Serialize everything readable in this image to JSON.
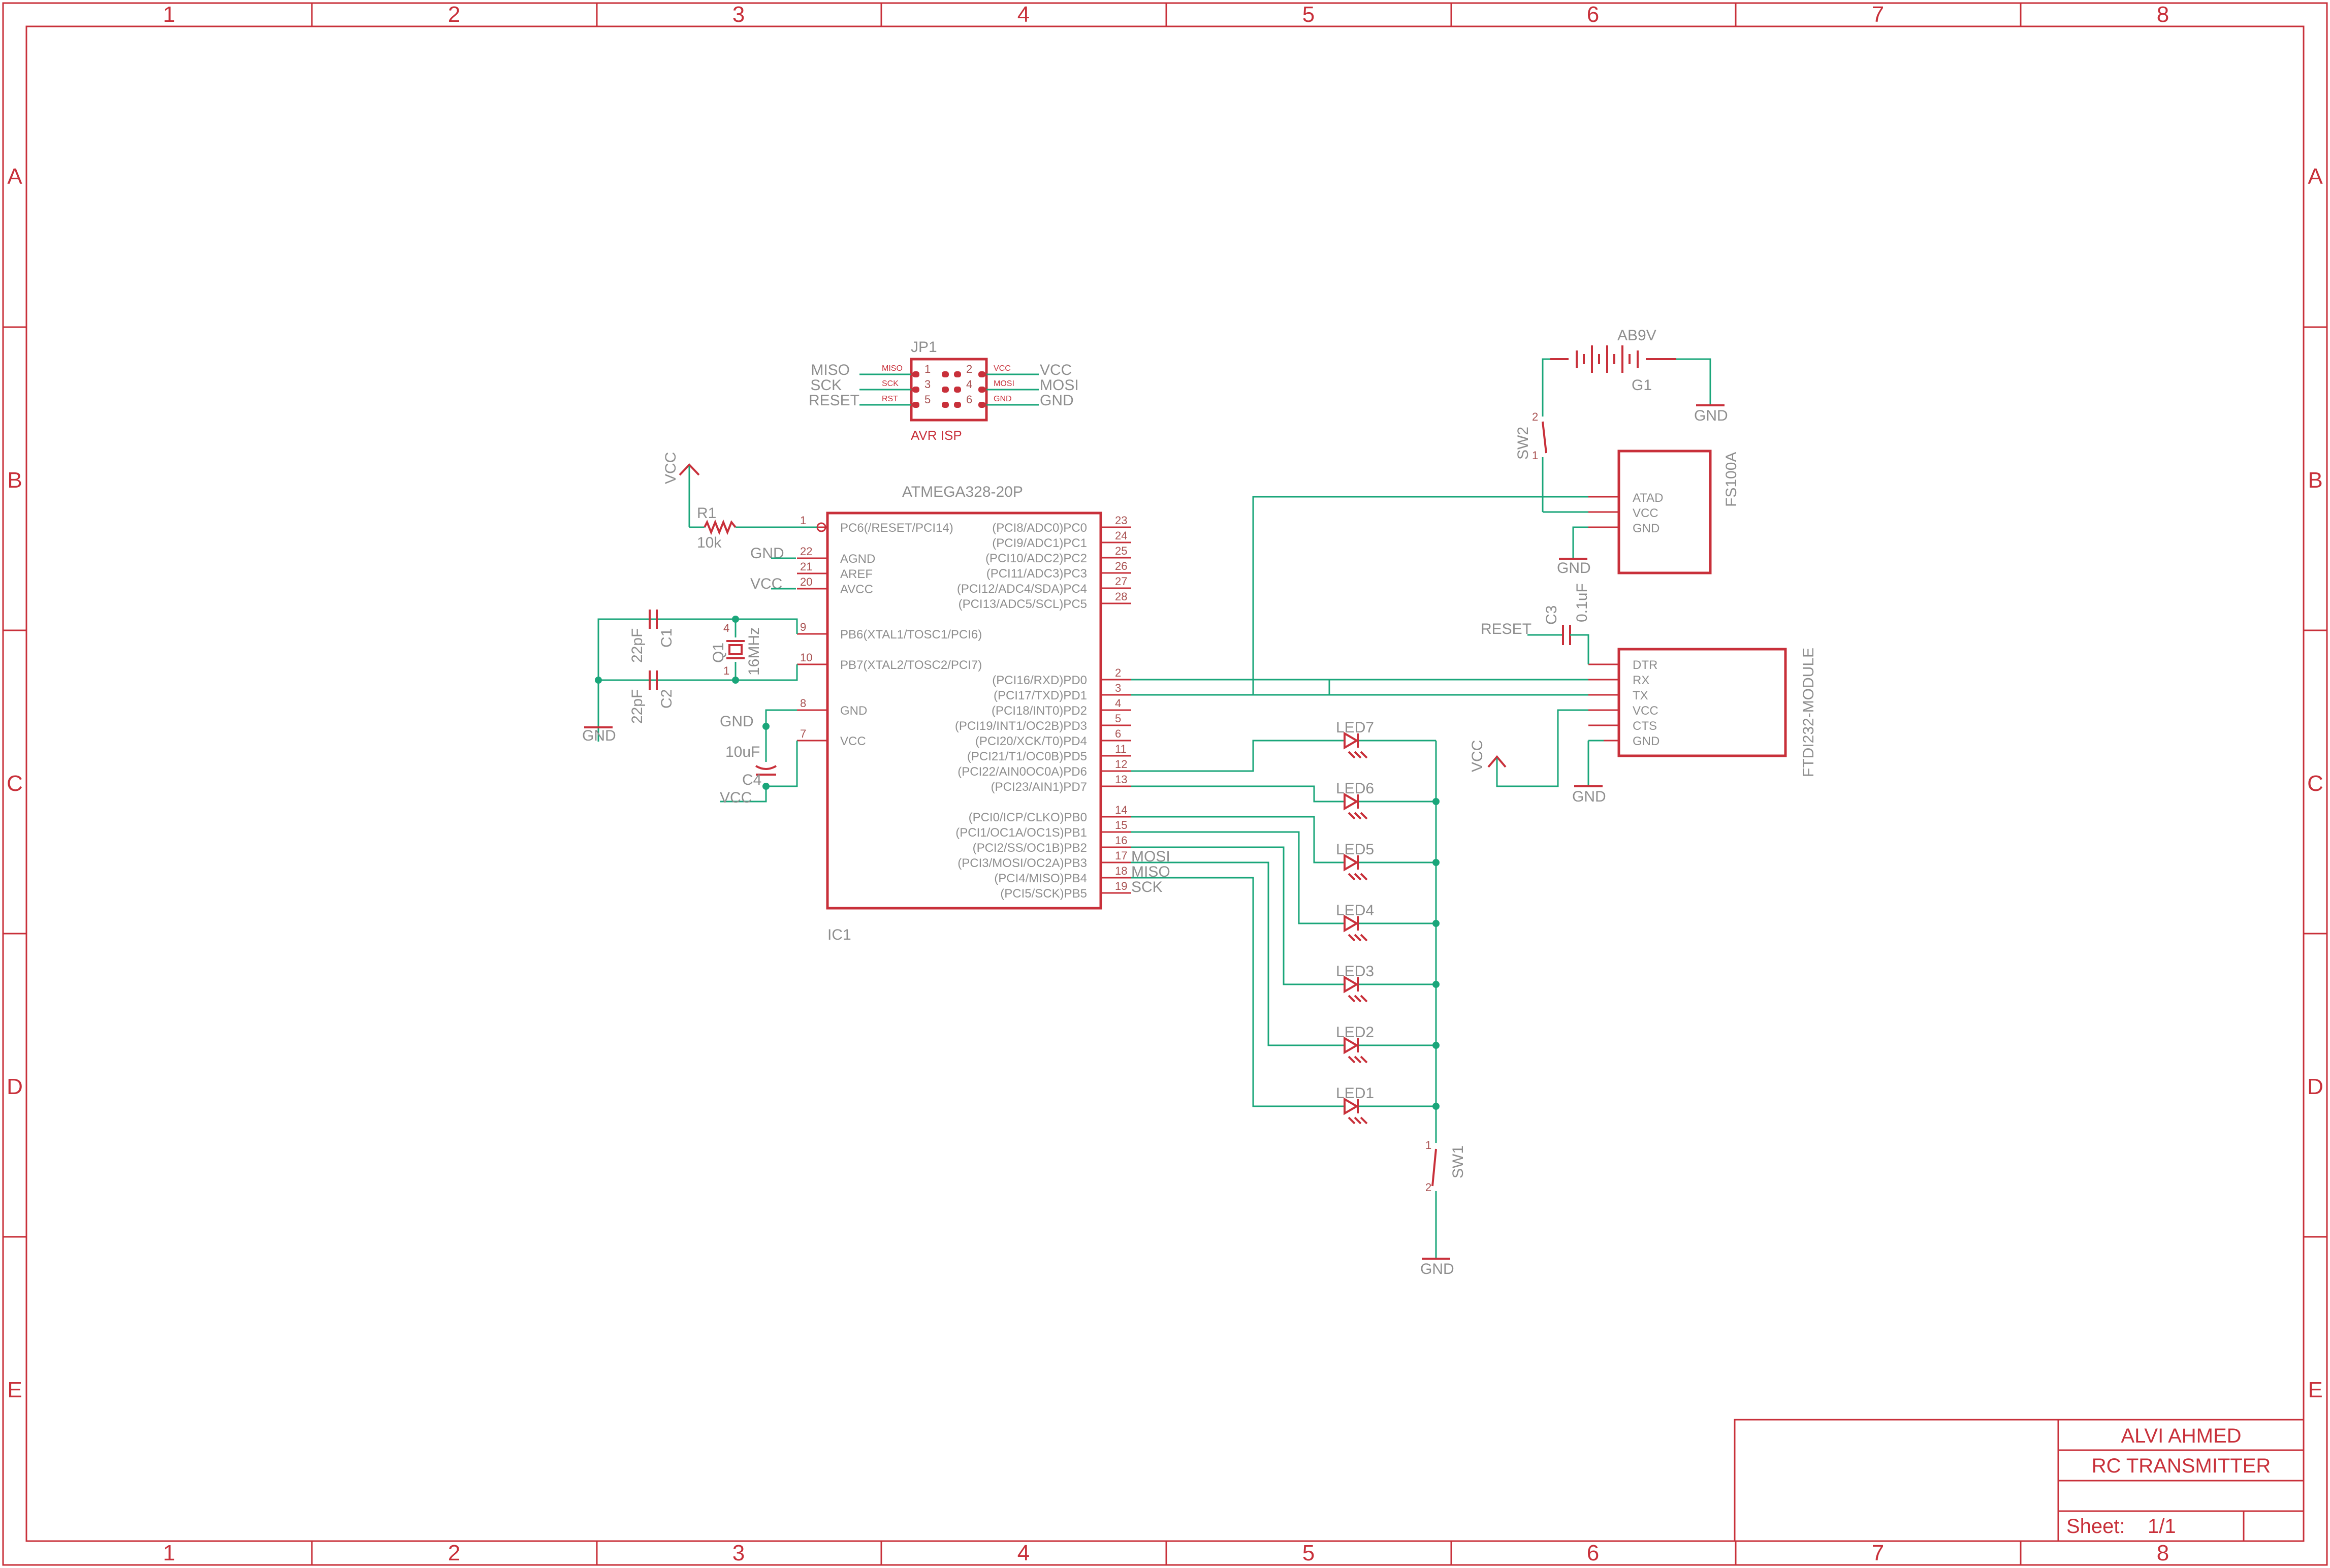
{
  "frame": {
    "columns": [
      "1",
      "2",
      "3",
      "4",
      "5",
      "6",
      "7",
      "8"
    ],
    "rows": [
      "A",
      "B",
      "C",
      "D",
      "E"
    ]
  },
  "title_block": {
    "author": "ALVI AHMED",
    "title": "RC TRANSMITTER",
    "sheet_label": "Sheet:",
    "sheet_value": "1/1"
  },
  "jp1": {
    "name": "JP1",
    "value": "AVR ISP",
    "left_labels": [
      "MISO",
      "SCK",
      "RESET"
    ],
    "right_labels": [
      "VCC",
      "MOSI",
      "GND"
    ],
    "left_pins": [
      "1",
      "3",
      "5"
    ],
    "right_pins": [
      "2",
      "4",
      "6"
    ],
    "left_pin_names": [
      "MISO",
      "SCK",
      "RST"
    ],
    "right_pin_names": [
      "VCC",
      "MOSI",
      "GND"
    ]
  },
  "ic1": {
    "name": "IC1",
    "value": "ATMEGA328-20P",
    "left_pins": [
      {
        "num": "1",
        "name": "PC6(/RESET/PCI14)"
      },
      {
        "num": "22",
        "name": "AGND"
      },
      {
        "num": "21",
        "name": "AREF"
      },
      {
        "num": "20",
        "name": "AVCC"
      },
      {
        "num": "9",
        "name": "PB6(XTAL1/TOSC1/PCI6)"
      },
      {
        "num": "10",
        "name": "PB7(XTAL2/TOSC2/PCI7)"
      },
      {
        "num": "8",
        "name": "GND"
      },
      {
        "num": "7",
        "name": "VCC"
      }
    ],
    "right_pins": [
      {
        "num": "23",
        "name": "(PCI8/ADC0)PC0"
      },
      {
        "num": "24",
        "name": "(PCI9/ADC1)PC1"
      },
      {
        "num": "25",
        "name": "(PCI10/ADC2)PC2"
      },
      {
        "num": "26",
        "name": "(PCI11/ADC3)PC3"
      },
      {
        "num": "27",
        "name": "(PCI12/ADC4/SDA)PC4"
      },
      {
        "num": "28",
        "name": "(PCI13/ADC5/SCL)PC5"
      },
      {
        "num": "2",
        "name": "(PCI16/RXD)PD0"
      },
      {
        "num": "3",
        "name": "(PCI17/TXD)PD1"
      },
      {
        "num": "4",
        "name": "(PCI18/INT0)PD2"
      },
      {
        "num": "5",
        "name": "(PCI19/INT1/OC2B)PD3"
      },
      {
        "num": "6",
        "name": "(PCI20/XCK/T0)PD4"
      },
      {
        "num": "11",
        "name": "(PCI21/T1/OC0B)PD5"
      },
      {
        "num": "12",
        "name": "(PCI22/AIN0OC0A)PD6"
      },
      {
        "num": "13",
        "name": "(PCI23/AIN1)PD7"
      },
      {
        "num": "14",
        "name": "(PCI0/ICP/CLKO)PB0"
      },
      {
        "num": "15",
        "name": "(PCI1/OC1A/OC1S)PB1"
      },
      {
        "num": "16",
        "name": "(PCI2/SS/OC1B)PB2"
      },
      {
        "num": "17",
        "name": "(PCI3/MOSI/OC2A)PB3"
      },
      {
        "num": "18",
        "name": "(PCI4/MISO)PB4"
      },
      {
        "num": "19",
        "name": "(PCI5/SCK)PB5"
      }
    ],
    "net_labels": {
      "mosi": "MOSI",
      "miso": "MISO",
      "sck": "SCK",
      "gnd": "GND",
      "vcc": "VCC"
    }
  },
  "r1": {
    "name": "R1",
    "value": "10k",
    "supply": "VCC"
  },
  "c1": {
    "name": "C1",
    "value": "22pF"
  },
  "c2": {
    "name": "C2",
    "value": "22pF"
  },
  "c3": {
    "name": "C3",
    "value": "0.1uF",
    "net": "RESET"
  },
  "c4": {
    "name": "C4",
    "value": "10uF",
    "gnd": "GND",
    "vcc": "VCC"
  },
  "q1": {
    "name": "Q1",
    "value": "16MHz",
    "pin_top": "4",
    "pin_bottom": "1"
  },
  "gnd_label": "GND",
  "vcc_label": "VCC",
  "leds": [
    "LED7",
    "LED6",
    "LED5",
    "LED4",
    "LED3",
    "LED2",
    "LED1"
  ],
  "sw1": {
    "name": "SW1",
    "pin1": "1",
    "pin2": "2"
  },
  "sw2": {
    "name": "SW2",
    "pin1": "1",
    "pin2": "2"
  },
  "g1": {
    "name": "G1",
    "value": "AB9V"
  },
  "fs100a": {
    "name": "FS100A",
    "pins": [
      "ATAD",
      "VCC",
      "GND"
    ]
  },
  "ftdi": {
    "name": "FTDI232-MODULE",
    "pins": [
      "DTR",
      "RX",
      "TX",
      "VCC",
      "CTS",
      "GND"
    ]
  },
  "colors": {
    "frame": "#c8303a",
    "net": "#1aa67a",
    "label": "#8e8e8e"
  }
}
